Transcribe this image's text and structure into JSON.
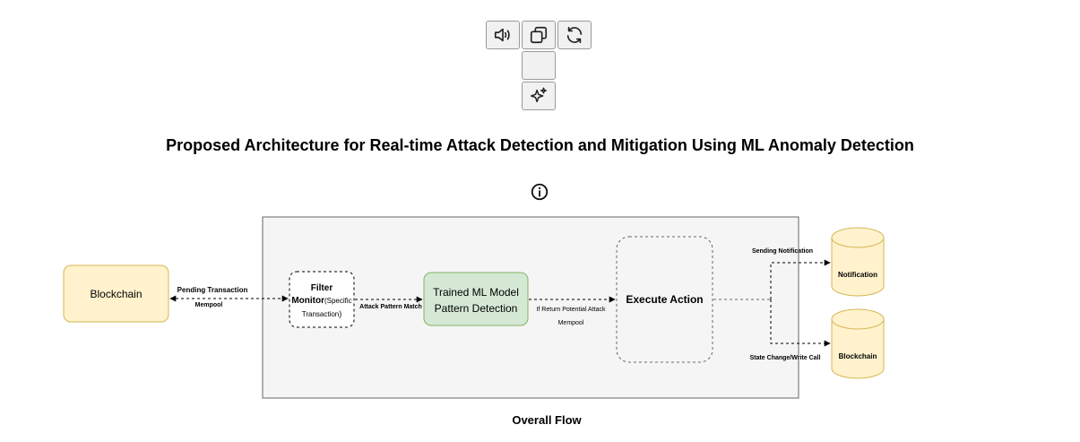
{
  "toolbar": {
    "speaker_icon": "speaker-icon",
    "copy_icon": "copy-icon",
    "refresh_icon": "refresh-icon",
    "sparkle_icon": "sparkle-icon"
  },
  "title": "Proposed Architecture for Real-time Attack Detection and Mitigation Using ML Anomaly Detection",
  "caption": "Overall Flow",
  "diagram": {
    "blockchain_source": "Blockchain",
    "filter_monitor": {
      "line1": "Filter",
      "line2_bold": "Monitor",
      "line2_small": "(Specific",
      "line3": "Transaction",
      "line3_end": ")"
    },
    "ml_model": {
      "line1": "Trained ML Model",
      "line2": "Pattern Detection"
    },
    "execute_action": "Execute Action",
    "notification_db": "Notification",
    "blockchain_db": "Blockchain",
    "edge_labels": {
      "pending_transaction": "Pending Transaction",
      "mempool_left": "Mempool",
      "attack_pattern_match": "Attack Pattern Match",
      "if_return_potential_attack": "If Return Potential Attack",
      "mempool_mid": "Mempool",
      "sending_notification": "Sending Notification",
      "state_change": "State Change/Write Call"
    }
  },
  "colors": {
    "yellow_fill": "#fff2cc",
    "yellow_stroke": "#d6b656",
    "green_fill": "#d5e8d4",
    "green_stroke": "#82b366",
    "container_fill": "#f5f5f5",
    "container_stroke": "#666666"
  }
}
